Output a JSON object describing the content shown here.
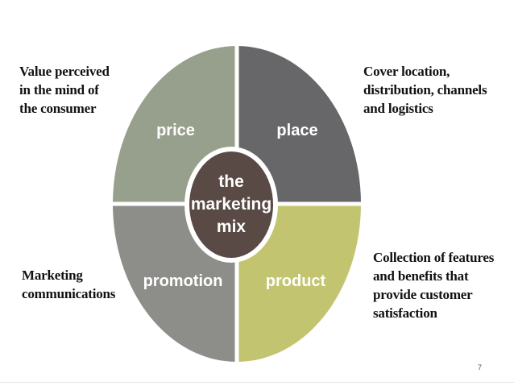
{
  "diagram": {
    "quadrants": [
      {
        "id": "price",
        "label": "price",
        "color": "#97a08c"
      },
      {
        "id": "place",
        "label": "place",
        "color": "#67676a"
      },
      {
        "id": "promotion",
        "label": "promotion",
        "color": "#8d8e89"
      },
      {
        "id": "product",
        "label": "product",
        "color": "#c3c46f"
      }
    ],
    "center": {
      "lines": [
        "the",
        "marketing",
        "mix"
      ],
      "color": "#5a4a45",
      "ring_color": "#ffffff"
    },
    "divider_color": "#ffffff"
  },
  "notes": {
    "price": [
      "Value perceived",
      "in the mind of",
      "the consumer"
    ],
    "place": [
      "Cover location,",
      "distribution, channels",
      "and logistics"
    ],
    "promotion": [
      "Marketing",
      "communications"
    ],
    "product": [
      "Collection of features",
      "and benefits that",
      "provide customer",
      "satisfaction"
    ]
  },
  "footer": {
    "page_number": "7"
  }
}
